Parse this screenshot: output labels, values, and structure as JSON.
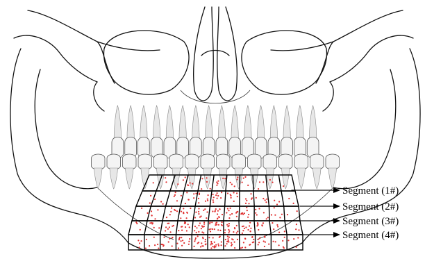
{
  "segments": [
    {
      "label": "Segment (1#)"
    },
    {
      "label": "Segment (2#)"
    },
    {
      "label": "Segment (3#)"
    },
    {
      "label": "Segment (4#)"
    }
  ],
  "colors": {
    "outline": "#111111",
    "grid": "#000000",
    "dots": "#e03030",
    "background": "#ffffff"
  }
}
